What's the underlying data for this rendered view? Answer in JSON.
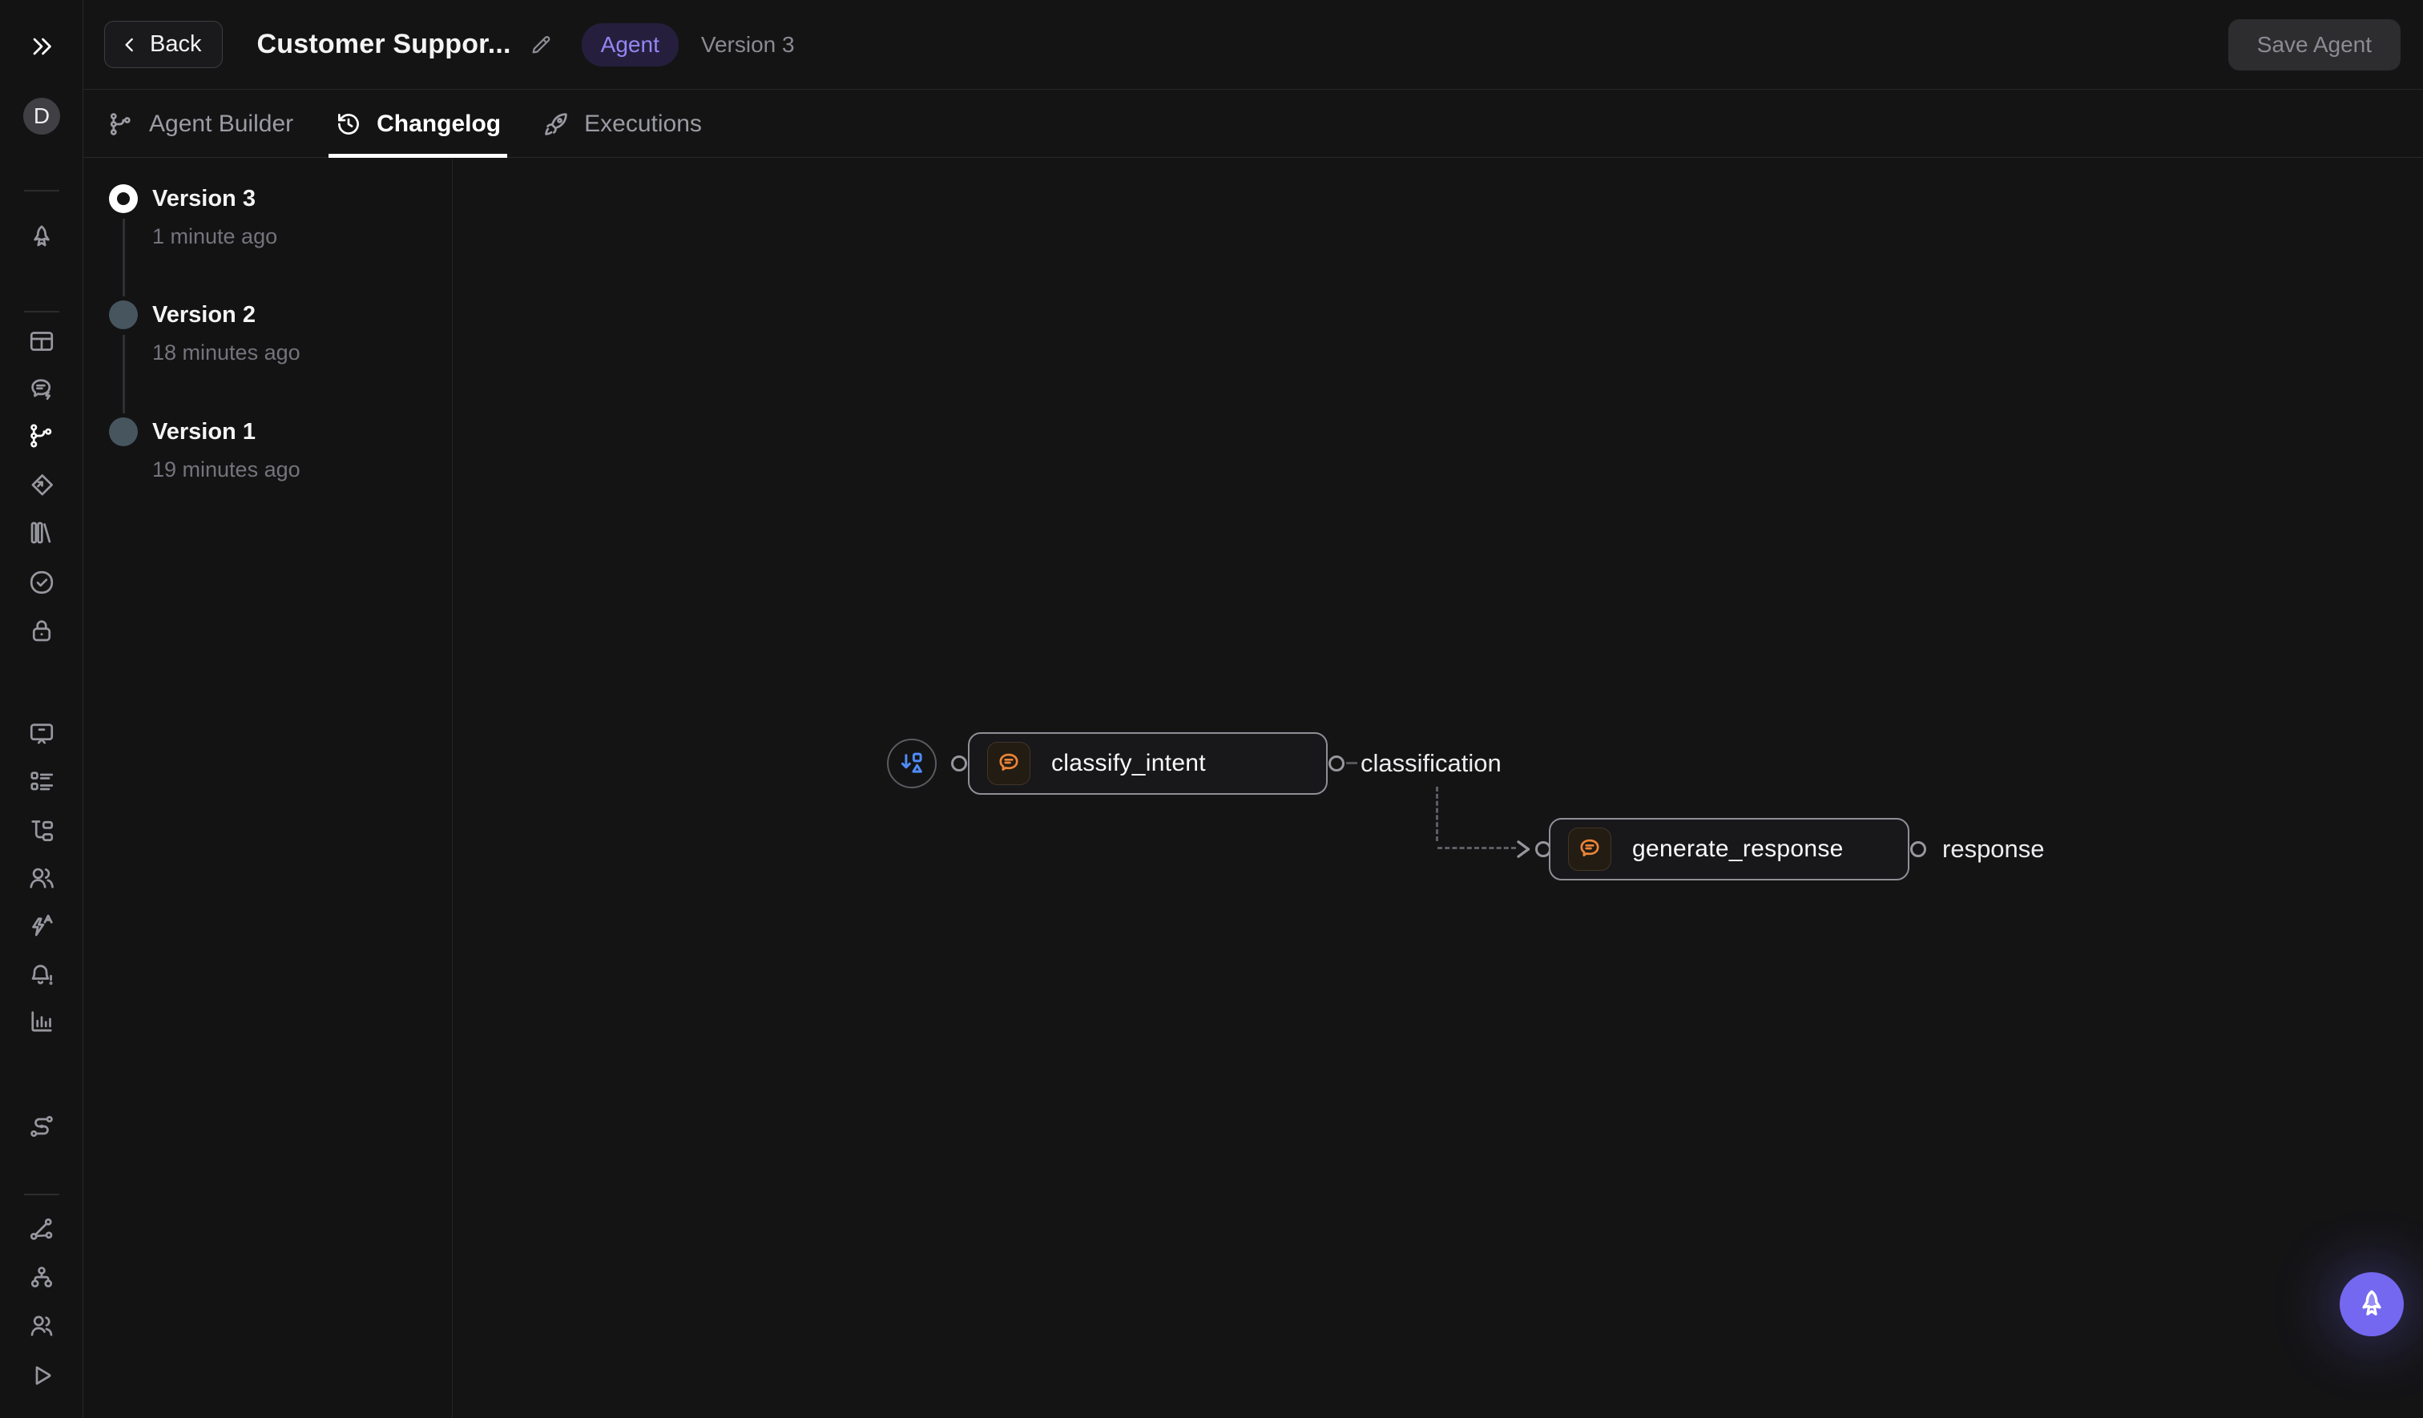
{
  "header": {
    "back_label": "Back",
    "title": "Customer Suppor...",
    "badge_label": "Agent",
    "version_label": "Version 3",
    "save_label": "Save Agent"
  },
  "avatar": {
    "initial": "D"
  },
  "tabs": [
    {
      "label": "Agent Builder",
      "icon": "workflow-icon",
      "active": false
    },
    {
      "label": "Changelog",
      "icon": "history-icon",
      "active": true
    },
    {
      "label": "Executions",
      "icon": "rocket-icon",
      "active": false
    }
  ],
  "changelog": {
    "versions": [
      {
        "label": "Version 3",
        "time": "1 minute ago",
        "current": true
      },
      {
        "label": "Version 2",
        "time": "18 minutes ago",
        "current": false
      },
      {
        "label": "Version 1",
        "time": "19 minutes ago",
        "current": false
      }
    ]
  },
  "canvas": {
    "layout_button_icon": "auto-layout-icon",
    "nodes": [
      {
        "icon": "prompt-bubble-icon",
        "label": "classify_intent",
        "output_label": "classification"
      },
      {
        "icon": "prompt-bubble-icon",
        "label": "generate_response",
        "output_label": "response"
      }
    ]
  },
  "fab": {
    "icon": "assistant-rocket-icon"
  },
  "rail": {
    "icons": [
      "chevrons-right",
      "avatar-d",
      "assistant-rocket",
      "table",
      "chat-bolt",
      "agent-workflow",
      "tag",
      "library",
      "check-badge",
      "lock",
      "monitor",
      "checklist",
      "tree",
      "users",
      "bolt-a",
      "bell-alert",
      "bar-chart",
      "route",
      "share-nodes",
      "org-chart",
      "users-group",
      "play"
    ]
  },
  "colors": {
    "accent_purple": "#7468f1",
    "badge_bg": "#251f3d",
    "badge_text": "#9486f5",
    "node_icon_orange": "#ec8538",
    "layout_icon_blue": "#4f8bf7",
    "active_dot": "#ffffff",
    "inactive_dot": "#47555f"
  }
}
